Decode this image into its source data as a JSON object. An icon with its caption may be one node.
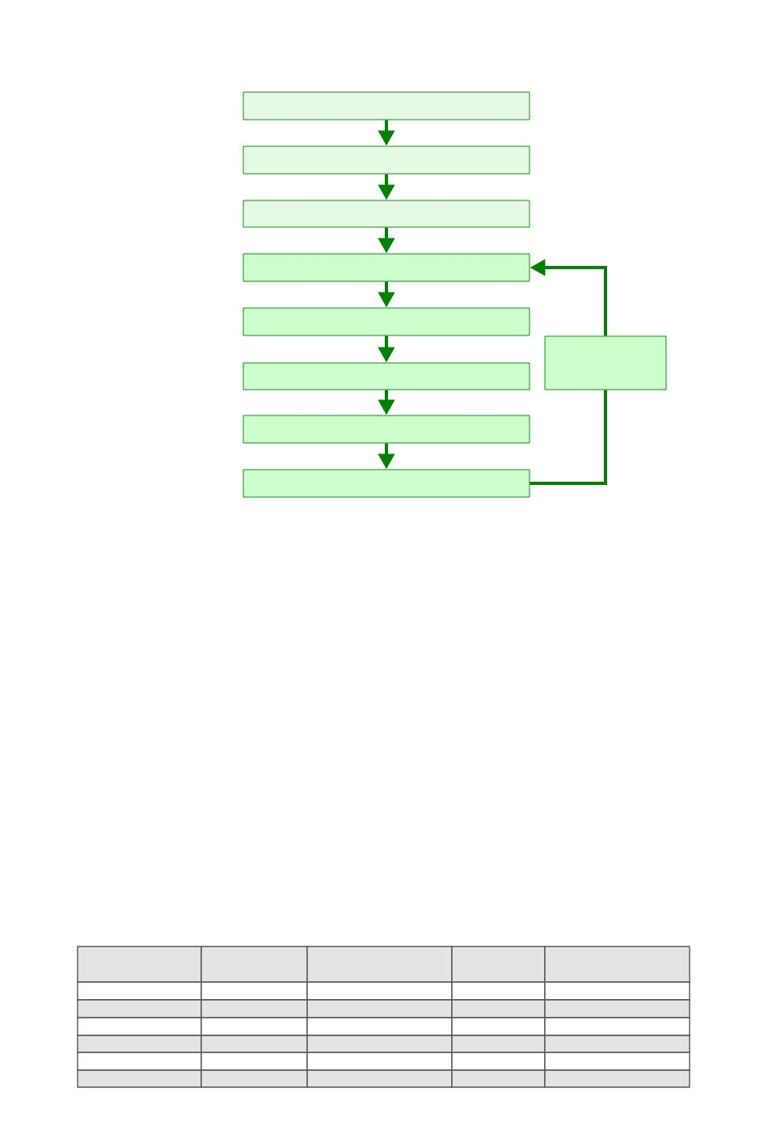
{
  "diagram": {
    "nodes": [
      {
        "text": [],
        "shape": "box"
      },
      {
        "text": [],
        "shape": "box"
      },
      {
        "text": [],
        "shape": "box"
      },
      {
        "text": [],
        "shape": "box"
      },
      {
        "text": [],
        "shape": "box"
      },
      {
        "text": [],
        "shape": "box"
      },
      {
        "text": [],
        "shape": "box"
      },
      {
        "text": [],
        "shape": "box"
      },
      {
        "text": [],
        "shape": "box"
      }
    ],
    "edges": [
      {
        "from": 0,
        "to": 1,
        "arrow": "to"
      },
      {
        "from": 1,
        "to": 2,
        "arrow": "to"
      },
      {
        "from": 2,
        "to": 3,
        "arrow": "to"
      },
      {
        "from": 3,
        "to": 4,
        "arrow": "to"
      },
      {
        "from": 4,
        "to": 5,
        "arrow": "to"
      },
      {
        "from": 5,
        "to": 6,
        "arrow": "to"
      },
      {
        "from": 6,
        "to": 7,
        "arrow": "to"
      },
      {
        "from": 7,
        "to": 8,
        "arrow": "none"
      },
      {
        "from": 8,
        "to": 3,
        "arrow": "to"
      }
    ]
  }
}
